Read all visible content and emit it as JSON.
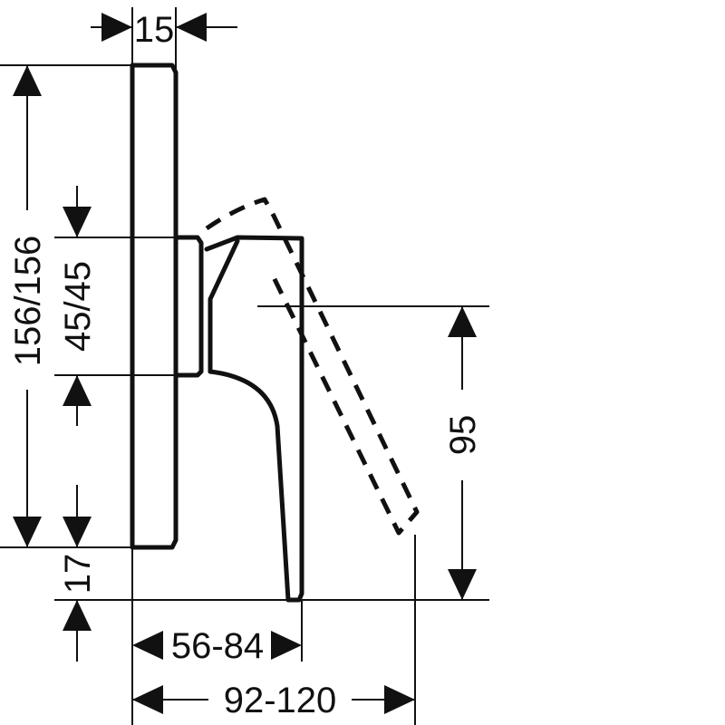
{
  "diagram": {
    "colors": {
      "line": "#111111",
      "background": "#ffffff"
    },
    "dimensions": {
      "plate_thickness": "15",
      "plate_height": "156/156",
      "body_height": "45/45",
      "bottom_offset": "17",
      "lever_length": "95",
      "projection_min": "56-84",
      "projection_total": "92-120"
    }
  }
}
